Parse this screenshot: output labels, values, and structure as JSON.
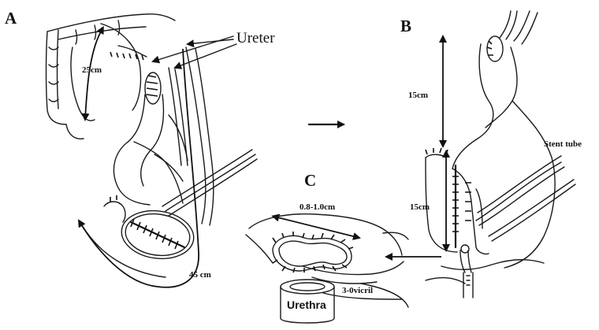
{
  "panels": {
    "a": "A",
    "b": "B",
    "c": "C"
  },
  "panel_a": {
    "ureter_label": "Ureter",
    "length_upper": "25cm",
    "length_lower": "45 cm"
  },
  "panel_b": {
    "length_upper": "15cm",
    "length_lower": "15cm",
    "stent_label": "Stent tube"
  },
  "panel_c": {
    "range_label": "0.8-1.0cm",
    "suture_label": "3-0vicril",
    "urethra_label": "Urethra"
  },
  "colors": {
    "ink": "#1a1a1a",
    "background": "#ffffff"
  }
}
